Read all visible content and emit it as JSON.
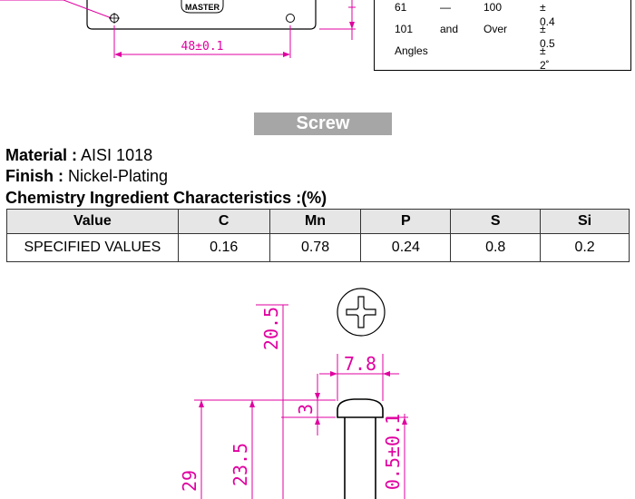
{
  "top_drawing": {
    "dimension": "48±0.1",
    "logo_text": "MASTER"
  },
  "tolerance_table": {
    "rows": [
      {
        "from": "61",
        "sep": "—",
        "to": "100",
        "tol": "± 0.4"
      },
      {
        "from": "101",
        "sep": "and",
        "to": "Over",
        "tol": "± 0.5"
      },
      {
        "from": "Angles",
        "sep": "",
        "to": "",
        "tol": "± 2˚"
      }
    ]
  },
  "section": {
    "title": "Screw"
  },
  "specs": {
    "material_label": "Material :",
    "material_value": " AISI 1018",
    "finish_label": "Finish :",
    "finish_value": " Nickel-Plating",
    "chemistry_heading": "Chemistry Ingredient Characteristics :(%)"
  },
  "chemistry_table": {
    "headers": [
      "Value",
      "C",
      "Mn",
      "P",
      "S",
      "Si"
    ],
    "row": [
      "SPECIFIED VALUES",
      "0.16",
      "0.78",
      "0.24",
      "0.8",
      "0.2"
    ]
  },
  "screw_drawing": {
    "dims": {
      "overall_height": "20.5",
      "head_diameter": "7.8",
      "head_height": "3",
      "length_a": "29",
      "length_b": "23.5",
      "shank": "0.5±0.1"
    }
  },
  "colors": {
    "dimension": "#e000a0",
    "banner": "#a6a6a6"
  }
}
